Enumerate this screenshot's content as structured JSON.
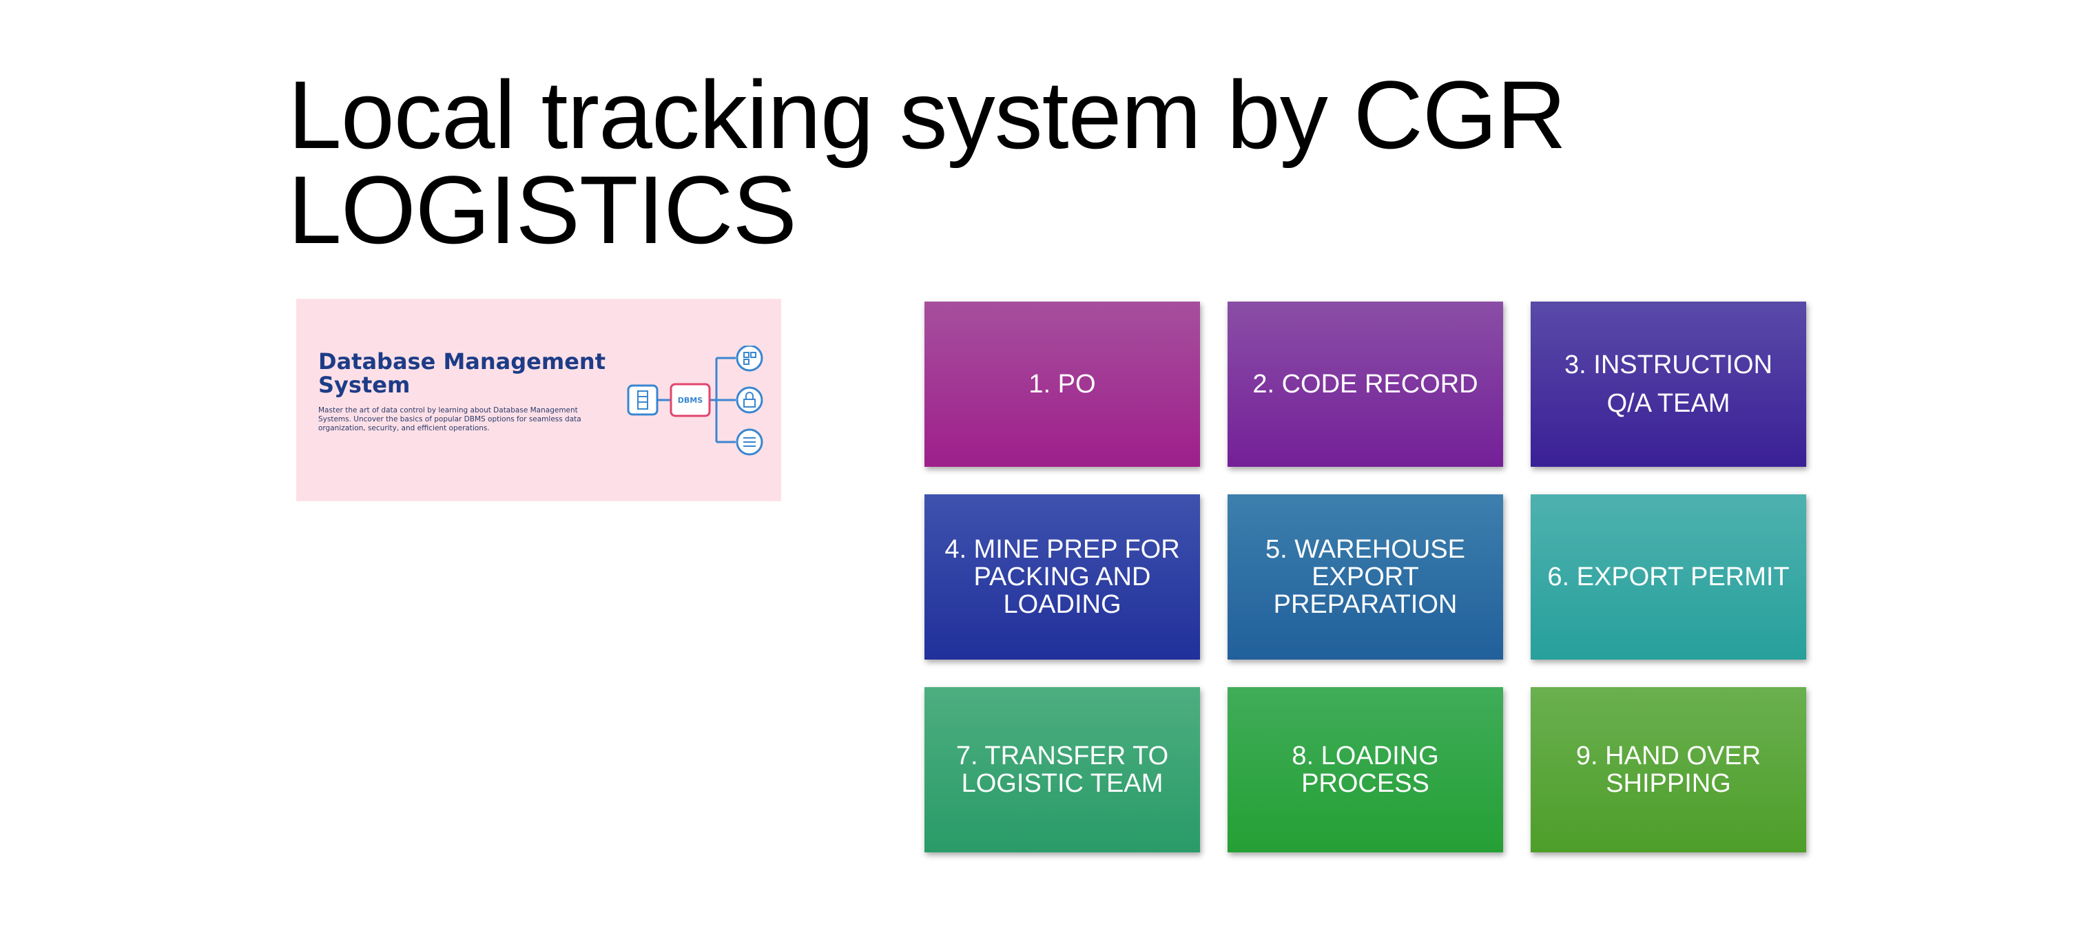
{
  "title": {
    "line1": "Local tracking system by CGR",
    "line2": "LOGISTICS"
  },
  "banner": {
    "heading_line1": "Database Management",
    "heading_line2": "System",
    "description": "Master the art of data control by learning about Database Management Systems. Uncover the basics of popular DBMS options for seamless data organization, security, and efficient operations.",
    "diagram_label": "DBMS",
    "background_color": "#fde0e7",
    "icons": [
      "server-icon",
      "dbms-box-icon",
      "qr-code-icon",
      "lock-icon",
      "list-icon"
    ]
  },
  "tiles": [
    {
      "label": "1. PO"
    },
    {
      "label": "2. CODE RECORD"
    },
    {
      "label": "3. INSTRUCTION\nQ/A TEAM"
    },
    {
      "label": "4. MINE PREP FOR\nPACKING AND\nLOADING"
    },
    {
      "label": "5. WAREHOUSE\nEXPORT\nPREPARATION"
    },
    {
      "label": "6. EXPORT PERMIT"
    },
    {
      "label": "7. TRANSFER TO\nLOGISTIC TEAM"
    },
    {
      "label": "8. LOADING\nPROCESS"
    },
    {
      "label": "9. HAND OVER\nSHIPPING"
    }
  ],
  "tile_colors": [
    "#9e1f8a",
    "#742098",
    "#3a2096",
    "#21309b",
    "#21609b",
    "#27a09b",
    "#2a9b68",
    "#25a035",
    "#4e9e2a"
  ]
}
